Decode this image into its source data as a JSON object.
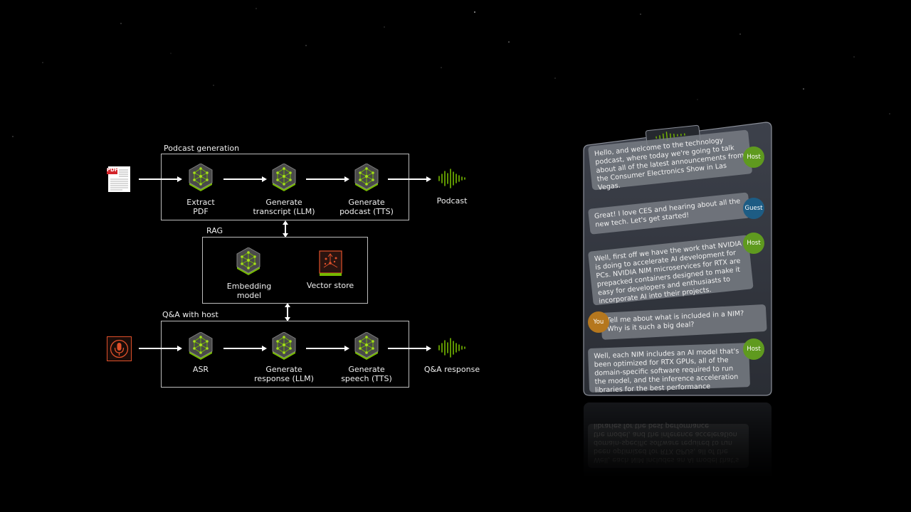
{
  "sections": {
    "podcast_generation": "Podcast generation",
    "rag": "RAG",
    "qa_with_host": "Q&A with host"
  },
  "podcast_nodes": [
    {
      "label": "Extract\nPDF"
    },
    {
      "label": "Generate\ntranscript (LLM)"
    },
    {
      "label": "Generate\npodcast (TTS)"
    }
  ],
  "podcast_output": "Podcast",
  "rag_nodes": [
    {
      "label": "Embedding\nmodel"
    },
    {
      "label": "Vector store"
    }
  ],
  "qa_nodes": [
    {
      "label": "ASR"
    },
    {
      "label": "Generate\nresponse (LLM)"
    },
    {
      "label": "Generate\nspeech (TTS)"
    }
  ],
  "qa_output": "Q&A response",
  "pdf_badge": "PDF",
  "icons": {
    "pdf": "pdf-document-icon",
    "mic": "microphone-icon",
    "model": "nim-hexagon-icon",
    "vector": "vector-store-icon",
    "audio": "audio-waveform-icon"
  },
  "colors": {
    "accent_green": "#76b900",
    "host": "#5f9a1f",
    "guest": "#1d5c84",
    "you": "#b5771e",
    "vector_orange": "#e0502a"
  },
  "chat": [
    {
      "speaker": "Host",
      "text": "Hello, and welcome to the technology podcast, where today we're going to talk about all of the latest announcements from the Consumer Electronics Show in Las Vegas."
    },
    {
      "speaker": "Guest",
      "text": "Great! I love CES and hearing about all the new tech. Let's get started!"
    },
    {
      "speaker": "Host",
      "text": "Well, first off we have the work that NVIDIA is doing to accelerate AI development for PCs. NVIDIA NIM microservices for RTX are prepacked containers designed to make it easy for developers and enthusiasts to incorporate AI into their projects."
    },
    {
      "speaker": "You",
      "text": "Tell me about what is included in a NIM? Why is it such a big deal?"
    },
    {
      "speaker": "Host",
      "text": "Well, each NIM includes an AI model that's been optimized for RTX GPUs, all of the domain-specific software required to run the model, and the inference acceleration libraries for the best performance"
    }
  ]
}
